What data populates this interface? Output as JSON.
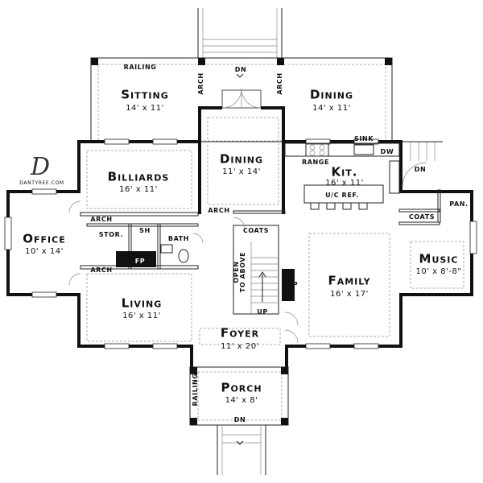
{
  "rooms": {
    "sitting": {
      "name": "Sitting",
      "dim": "14' x 11'"
    },
    "dining_top": {
      "name": "Dining",
      "dim": "14' x 11'"
    },
    "dining_mid": {
      "name": "Dining",
      "dim": "11' x 14'"
    },
    "billiards": {
      "name": "Billiards",
      "dim": "16' x 11'"
    },
    "kitchen": {
      "name": "Kit.",
      "dim": "16' x 11'"
    },
    "office": {
      "name": "Office",
      "dim": "10' x 14'"
    },
    "family": {
      "name": "Family",
      "dim": "16' x 17'"
    },
    "music": {
      "name": "Music",
      "dim": "10' x 8'-8\""
    },
    "living": {
      "name": "Living",
      "dim": "16' x 11'"
    },
    "foyer": {
      "name": "Foyer",
      "dim": "11' x 20'"
    },
    "porch": {
      "name": "Porch",
      "dim": "14' x 8'"
    }
  },
  "labels": {
    "railing_top": "RAILING",
    "dn_top": "DN",
    "arch_left_top": "ARCH",
    "arch_right_top": "ARCH",
    "range": "RANGE",
    "sink": "SINK",
    "dw": "DW",
    "dn_right": "DN",
    "uc_ref": "U/C REF.",
    "pan": "PAN.",
    "coats_right": "COATS",
    "arch_mid": "ARCH",
    "arch_office_top": "ARCH",
    "arch_office_bottom": "ARCH",
    "stor": "STOR.",
    "sh": "SH",
    "bath": "BATH",
    "fp_left": "FP",
    "coats_mid": "COATS",
    "open_to_above": "OPEN\nTO ABOVE",
    "up": "UP",
    "fp_right": "FP",
    "railing_porch": "RAILING",
    "dn_bottom": "DN",
    "logo_letter": "D",
    "logo_text": "DANTYREE.COM"
  }
}
